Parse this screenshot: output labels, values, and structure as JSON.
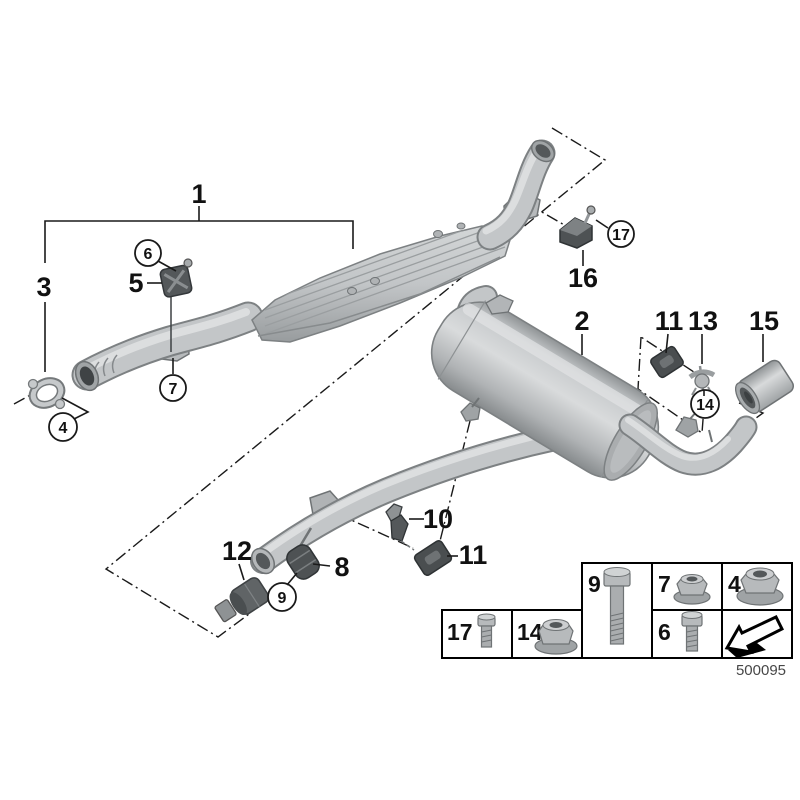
{
  "callouts": {
    "c1": "1",
    "c2": "2",
    "c3": "3",
    "c4": "4",
    "c5": "5",
    "c6": "6",
    "c7": "7",
    "c8": "8",
    "c9": "9",
    "c10": "10",
    "c11a": "11",
    "c11b": "11",
    "c12": "12",
    "c13": "13",
    "c14": "14",
    "c15": "15",
    "c16": "16",
    "c17": "17"
  },
  "legend": {
    "cells": [
      {
        "label": "17",
        "icon": "hex-bolt-short-icon"
      },
      {
        "label": "14",
        "icon": "flange-nut-icon"
      },
      {
        "label": "9",
        "icon": "hex-bolt-long-icon"
      },
      {
        "label": "7",
        "icon": "flange-nut-icon"
      },
      {
        "label": "4",
        "icon": "flange-nut-large-icon"
      },
      {
        "label": "6",
        "icon": "hex-bolt-icon"
      },
      {
        "label": "",
        "icon": "mounting-direction-arrow-icon"
      }
    ]
  },
  "footer": {
    "drawing_number": "500095"
  },
  "colors": {
    "background": "#ffffff",
    "line": "#1a1a1a",
    "metal_light": "#e0e2e3",
    "metal_mid": "#c3c6c8",
    "metal_dark": "#7d8183",
    "rubber": "#4b4f51"
  }
}
